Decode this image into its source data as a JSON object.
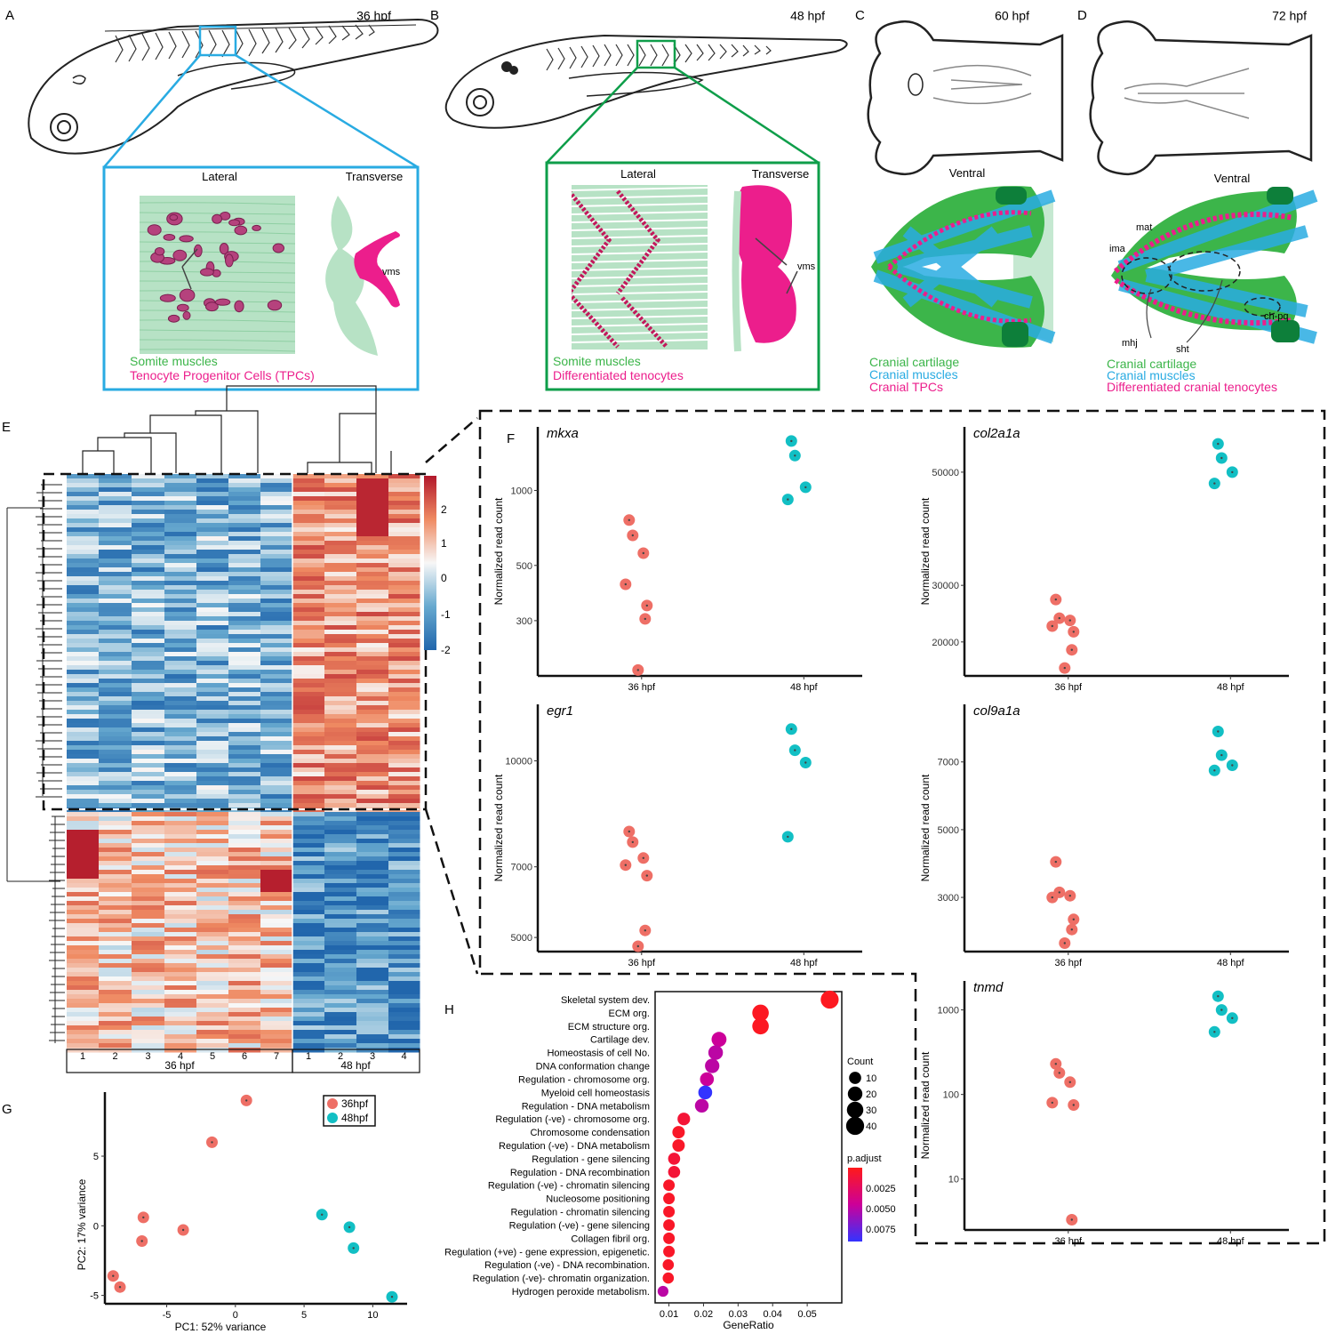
{
  "panels": {
    "A": {
      "letter": "A",
      "stage": "36 hpf",
      "lateral": "Lateral",
      "transverse": "Transverse",
      "vms": "vms",
      "legend": [
        "Somite muscles",
        "Tenocyte Progenitor Cells (TPCs)"
      ]
    },
    "B": {
      "letter": "B",
      "stage": "48 hpf",
      "lateral": "Lateral",
      "transverse": "Transverse",
      "vms": "vms",
      "legend": [
        "Somite muscles",
        "Differentiated tenocytes"
      ]
    },
    "C": {
      "letter": "C",
      "stage": "60 hpf",
      "view": "Ventral",
      "legend": [
        "Cranial cartilage",
        "Cranial muscles",
        "Cranial TPCs"
      ]
    },
    "D": {
      "letter": "D",
      "stage": "72 hpf",
      "view": "Ventral",
      "labels": [
        "mat",
        "ima",
        "mhj",
        "sht",
        "ch-pq"
      ],
      "legend": [
        "Cranial cartilage",
        "Cranial muscles",
        "Differentiated cranial tenocytes"
      ]
    },
    "E": {
      "letter": "E",
      "group_labels": [
        "36 hpf",
        "48 hpf"
      ],
      "sample_labels_36": [
        "1",
        "2",
        "3",
        "4",
        "5",
        "6",
        "7"
      ],
      "sample_labels_48": [
        "1",
        "2",
        "3",
        "4"
      ],
      "scale_ticks": [
        "2",
        "1",
        "0",
        "-1",
        "-2"
      ]
    },
    "F": {
      "letter": "F"
    },
    "G": {
      "letter": "G"
    },
    "H": {
      "letter": "H"
    }
  },
  "colors": {
    "d36": "#ee6f66",
    "d48": "#12bfc4",
    "cartilage": "#3cb54a",
    "muscle": "#29abe2",
    "tpc": "#ec1e8c",
    "somite": "#b7e2c5"
  },
  "chart_data": [
    {
      "type": "scatter",
      "panel": "F",
      "gene": "mkxa",
      "log_y": true,
      "categories": [
        "36 hpf",
        "48 hpf"
      ],
      "ylabel": "Normalized read count",
      "yticks": [
        300,
        500,
        1000
      ],
      "ylim": [
        180,
        1800
      ],
      "series": [
        {
          "category": "36 hpf",
          "values": [
            760,
            660,
            560,
            420,
            345,
            305,
            190
          ]
        },
        {
          "category": "48 hpf",
          "values": [
            1580,
            1380,
            1030,
            920
          ]
        }
      ]
    },
    {
      "type": "scatter",
      "panel": "F",
      "gene": "egr1",
      "categories": [
        "36 hpf",
        "48 hpf"
      ],
      "ylabel": "Normalized read count",
      "yticks": [
        5000,
        7000,
        10000
      ],
      "ylim": [
        4600,
        11600
      ],
      "series": [
        {
          "category": "36 hpf",
          "values": [
            8000,
            7700,
            7250,
            7050,
            6750,
            5200,
            4750
          ]
        },
        {
          "category": "48 hpf",
          "values": [
            10900,
            10300,
            9950,
            7850
          ]
        }
      ]
    },
    {
      "type": "scatter",
      "panel": "F",
      "gene": "col2a1a",
      "categories": [
        "36 hpf",
        "48 hpf"
      ],
      "ylabel": "Normalized read count",
      "yticks": [
        20000,
        30000,
        50000
      ],
      "ylim": [
        14000,
        58000
      ],
      "series": [
        {
          "category": "36 hpf",
          "values": [
            27500,
            24200,
            23800,
            22800,
            21800,
            18600,
            15400
          ]
        },
        {
          "category": "48 hpf",
          "values": [
            55000,
            52500,
            50000,
            48000
          ]
        }
      ]
    },
    {
      "type": "scatter",
      "panel": "F",
      "gene": "col9a1a",
      "categories": [
        "36 hpf",
        "48 hpf"
      ],
      "ylabel": "Normalized read count",
      "yticks": [
        3000,
        5000,
        7000
      ],
      "ylim": [
        1400,
        8700
      ],
      "series": [
        {
          "category": "36 hpf",
          "values": [
            4050,
            3150,
            3050,
            3000,
            2350,
            2050,
            1650
          ]
        },
        {
          "category": "48 hpf",
          "values": [
            7900,
            7200,
            6900,
            6750
          ]
        }
      ]
    },
    {
      "type": "scatter",
      "panel": "F",
      "gene": "tnmd",
      "log_y": true,
      "categories": [
        "36 hpf",
        "48 hpf"
      ],
      "ylabel": "Normalized read count",
      "yticks": [
        10,
        100,
        1000
      ],
      "ylim": [
        2.5,
        2200
      ],
      "series": [
        {
          "category": "36 hpf",
          "values": [
            230,
            180,
            140,
            80,
            75,
            3.3
          ]
        },
        {
          "category": "48 hpf",
          "values": [
            1450,
            1000,
            800,
            550
          ]
        }
      ]
    },
    {
      "type": "scatter",
      "panel": "G",
      "xlabel": "PC1: 52% variance",
      "ylabel": "PC2: 17% variance",
      "xlim": [
        -9.5,
        12.5
      ],
      "ylim": [
        -5.6,
        9.6
      ],
      "xticks": [
        -5,
        0,
        5,
        10
      ],
      "yticks": [
        -5,
        0,
        5
      ],
      "series": [
        {
          "name": "36hpf",
          "x": [
            0.8,
            -1.7,
            -6.7,
            -6.8,
            -3.8,
            -8.9,
            -8.4
          ],
          "y": [
            9.0,
            6.0,
            0.6,
            -1.1,
            -0.3,
            -3.6,
            -4.4
          ]
        },
        {
          "name": "48hpf",
          "x": [
            6.3,
            8.3,
            8.6,
            11.4
          ],
          "y": [
            0.8,
            -0.1,
            -1.6,
            -5.1
          ]
        }
      ]
    },
    {
      "type": "scatter",
      "panel": "H",
      "xlabel": "GeneRatio",
      "xticks": [
        0.01,
        0.02,
        0.03,
        0.04,
        0.05
      ],
      "xlim": [
        0.006,
        0.06
      ],
      "size_legend": {
        "title": "Count",
        "values": [
          10,
          20,
          30,
          40
        ]
      },
      "color_legend": {
        "title": "p.adjust",
        "ticks": [
          0.0025,
          0.005,
          0.0075
        ]
      },
      "terms": [
        "Skeletal system dev.",
        "ECM org.",
        "ECM structure org.",
        "Cartilage dev.",
        "Homeostasis of cell No.",
        "DNA conformation change",
        "Regulation - chromosome org.",
        "Myeloid cell homeostasis",
        "Regulation - DNA metabolism",
        "Regulation (-ve) - chromosome org.",
        "Chromosome condensation",
        "Regulation (-ve) - DNA metabolism",
        "Regulation - gene silencing",
        "Regulation - DNA recombination",
        "Regulation (-ve) - chromatin silencing",
        "Nucleosome positioning",
        "Regulation - chromatin silencing",
        "Regulation (-ve) - gene silencing",
        "Collagen fibril org.",
        "Regulation (+ve) - gene expression, epigenetic.",
        "Regulation (-ve) - DNA recombination.",
        "Regulation (-ve)- chromatin organization.",
        "Hydrogen peroxide metabolism."
      ],
      "gene_ratio": [
        0.0565,
        0.0365,
        0.0365,
        0.0245,
        0.0235,
        0.0225,
        0.021,
        0.0205,
        0.0195,
        0.0143,
        0.0128,
        0.0128,
        0.0115,
        0.0115,
        0.01,
        0.01,
        0.01,
        0.01,
        0.01,
        0.01,
        0.0098,
        0.0098,
        0.0083
      ],
      "count": [
        40,
        30,
        30,
        22,
        20,
        19,
        17,
        17,
        16,
        12,
        11,
        11,
        10,
        10,
        8,
        8,
        8,
        8,
        8,
        8,
        7,
        7,
        6
      ],
      "p_adjust": [
        0.0002,
        0.0003,
        0.0003,
        0.0045,
        0.005,
        0.005,
        0.0045,
        0.009,
        0.005,
        0.001,
        0.0005,
        0.0005,
        0.001,
        0.001,
        0.0005,
        0.0005,
        0.0005,
        0.0005,
        0.0005,
        0.0005,
        0.0005,
        0.0005,
        0.005
      ]
    }
  ]
}
